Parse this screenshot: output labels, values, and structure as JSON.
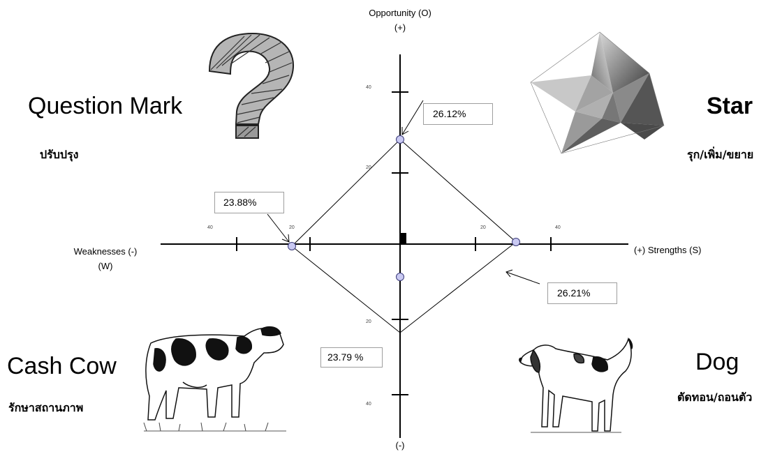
{
  "axes": {
    "top_label": "Opportunity (O)",
    "top_sign": "(+)",
    "bottom_sign": "(-)",
    "left_label": "Weaknesses (-)",
    "left_code": "(W)",
    "right_label": "(+) Strengths (S)",
    "tick_labels": {
      "left_far": "40",
      "left_near": "20",
      "right_near": "20",
      "right_far": "40",
      "top_far": "40",
      "top_near": "20",
      "bottom_near": "20",
      "bottom_far": "40"
    }
  },
  "quadrants": {
    "question_mark": {
      "title": "Question Mark",
      "subtitle": "ปรับปรุง",
      "icon": "question-mark-icon"
    },
    "star": {
      "title": "Star",
      "subtitle": "รุก/เพิ่ม/ขยาย",
      "icon": "star-icon"
    },
    "cash_cow": {
      "title": "Cash Cow",
      "subtitle": "รักษาสถานภาพ",
      "icon": "cow-illustration"
    },
    "dog": {
      "title": "Dog",
      "subtitle": "ตัดทอน/ถอนตัว",
      "icon": "dog-illustration"
    }
  },
  "values": {
    "opportunity": "26.12%",
    "weakness": "23.88%",
    "strength": "26.21%",
    "threat": "23.79 %"
  },
  "colors": {
    "marker_fill": "#c9c9f2",
    "marker_stroke": "#3a3a7a",
    "box_border": "#9e9e9e"
  }
}
